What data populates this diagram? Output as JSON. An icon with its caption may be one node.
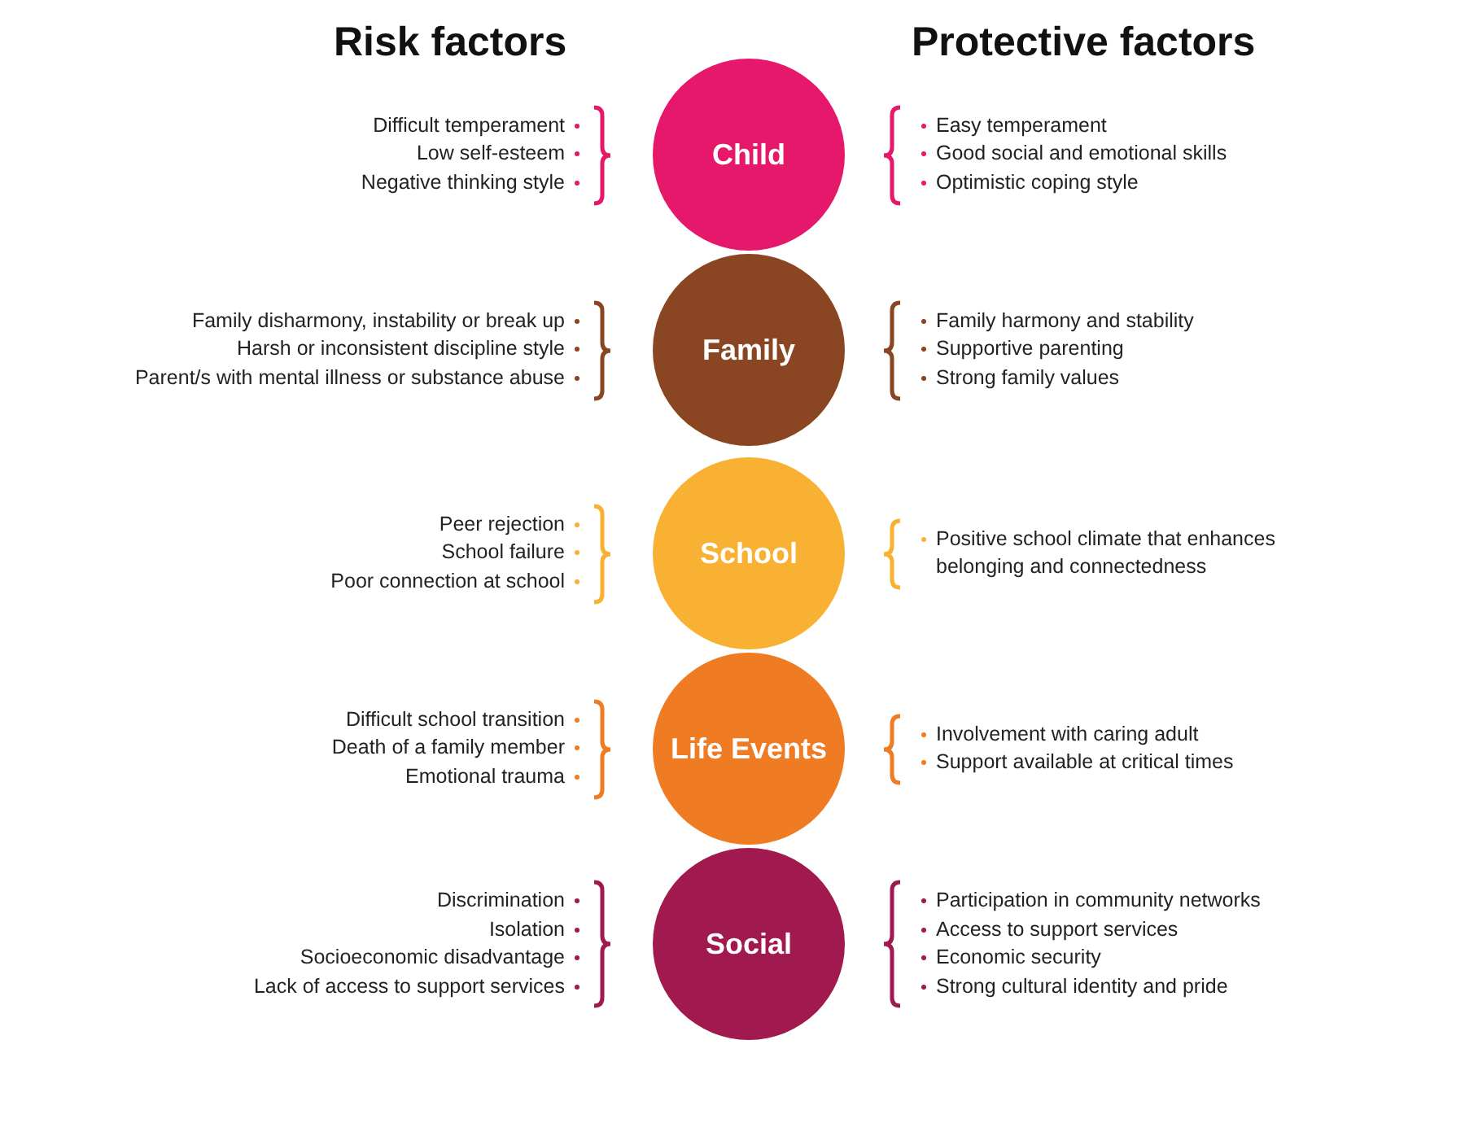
{
  "diagram": {
    "nodes": [
      {
        "text": [
          "Child"
        ]
      },
      {
        "text": [
          "Family"
        ]
      },
      {
        "text": [
          "School"
        ]
      },
      {
        "text": [
          "Life Events"
        ]
      },
      {
        "text": [
          "Social"
        ]
      }
    ],
    "edges": [],
    "labels": [
      "Risk factors",
      "Protective factors",
      "Difficult temperament",
      "Low self-esteem",
      "Negative thinking style",
      "Easy temperament",
      "Good social and emotional skills",
      "Optimistic coping style",
      "Family disharmony, instability or break up",
      "Harsh or inconsistent discipline style",
      "Parent/s with mental illness or substance abuse",
      "Family harmony and stability",
      "Supportive parenting",
      "Strong family values",
      "Peer rejection",
      "School failure",
      "Poor connection at school",
      "Positive school climate that enhances belonging and connectedness",
      "Difficult school transition",
      "Death of a family member",
      "Emotional trauma",
      "Involvement with caring adult",
      "Support available at critical times",
      "Discrimination",
      "Isolation",
      "Socioeconomic disadvantage",
      "Lack of access to support services",
      "Participation in community networks",
      "Access to support services",
      "Economic security",
      "Strong cultural identity and pride"
    ]
  }
}
